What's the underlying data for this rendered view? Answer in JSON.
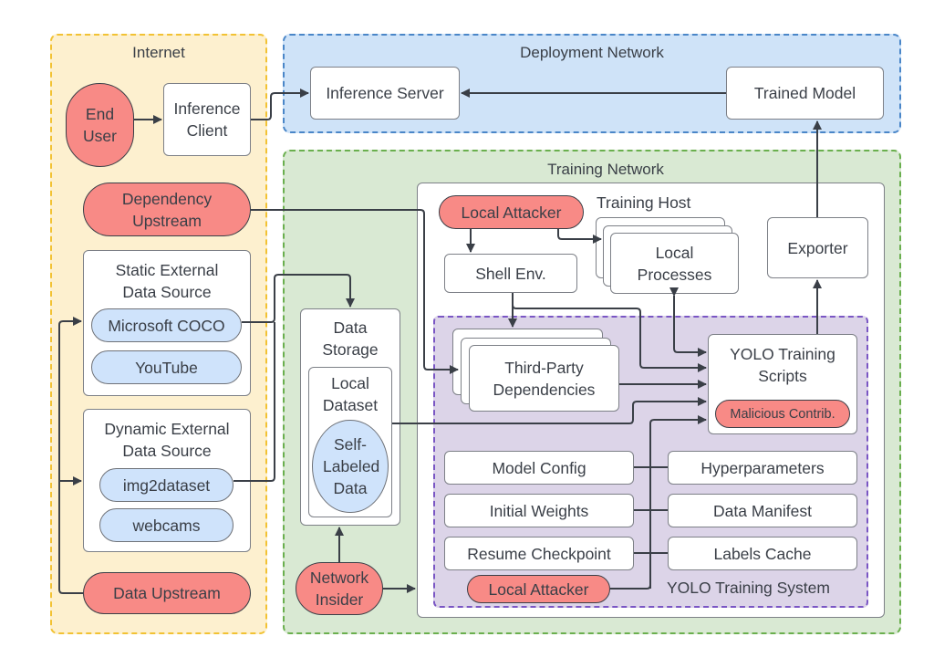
{
  "zones": {
    "internet": "Internet",
    "deployment": "Deployment Network",
    "training": "Training Network",
    "training_host": "Training Host",
    "yolo_system": "YOLO Training System"
  },
  "internet": {
    "end_user": "End User",
    "inference_client": "Inference Client",
    "dependency_upstream": "Dependency Upstream",
    "static_source": {
      "title": "Static External Data Source",
      "items": [
        "Microsoft COCO",
        "YouTube"
      ]
    },
    "dynamic_source": {
      "title": "Dynamic External Data Source",
      "items": [
        "img2dataset",
        "webcams"
      ]
    },
    "data_upstream": "Data Upstream"
  },
  "deployment": {
    "inference_server": "Inference Server",
    "trained_model": "Trained Model"
  },
  "training": {
    "data_storage": "Data Storage",
    "local_dataset": "Local Dataset",
    "self_labeled": "Self-Labeled Data",
    "network_insider": "Network Insider",
    "local_attacker_top": "Local Attacker",
    "shell_env": "Shell Env.",
    "local_processes": "Local Processes",
    "exporter": "Exporter",
    "third_party": "Third-Party Dependencies",
    "yolo_scripts": "YOLO Training Scripts",
    "malicious_contrib": "Malicious Contrib.",
    "left_items": [
      "Model Config",
      "Initial Weights",
      "Resume Checkpoint"
    ],
    "right_items": [
      "Hyperparameters",
      "Data Manifest",
      "Labels Cache"
    ],
    "local_attacker_bottom": "Local Attacker"
  },
  "colors": {
    "internet_fill": "#fdf0cf",
    "internet_border": "#f2c233",
    "deployment_fill": "#cfe3f8",
    "deployment_border": "#4a86c8",
    "training_fill": "#d9e9d3",
    "training_border": "#6aaf4e",
    "yolo_fill": "#dcd4e8",
    "yolo_border": "#7a56c4",
    "threat_fill": "#f88a86",
    "data_fill": "#cfe3fb",
    "wire": "#3a3f47"
  }
}
